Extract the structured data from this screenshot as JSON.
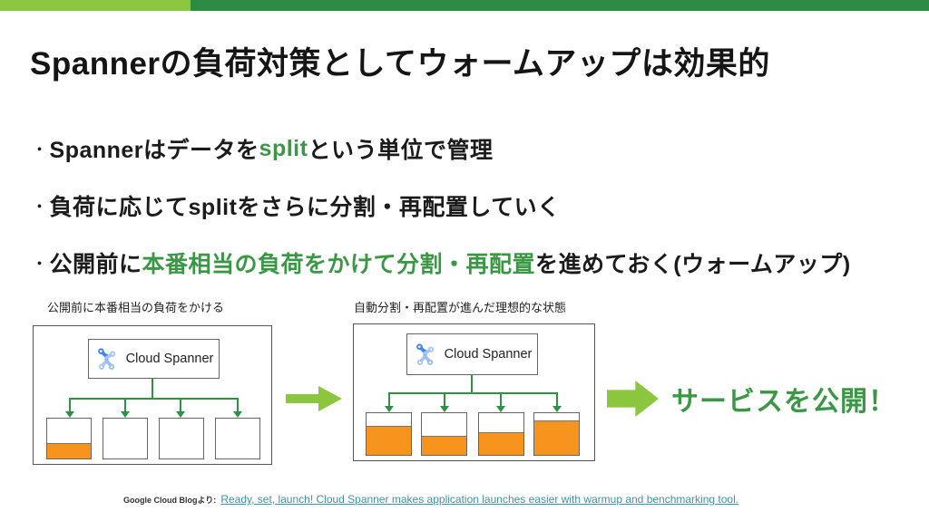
{
  "title": "Spannerの負荷対策としてウォームアップは効果的",
  "bullet_marker": "・",
  "bullets": [
    {
      "segments": [
        {
          "text": "Spannerはデータを"
        },
        {
          "text": "split"
        },
        {
          "text": "という単位で管理"
        }
      ]
    },
    {
      "segments": [
        {
          "text": "負荷に応じてsplitをさらに分割・再配置していく"
        }
      ]
    },
    {
      "segments": [
        {
          "text": "公開前に"
        },
        {
          "text": "本番相当の負荷をかけて分割・再配置"
        },
        {
          "text": "を進めておく(ウォームアップ)"
        }
      ]
    }
  ],
  "diagrams": [
    {
      "caption": "公開前に本番相当の負荷をかける",
      "node_label": "Cloud Spanner",
      "icon": "cloud-spanner-icon",
      "split_fill_percent": [
        38,
        0,
        0,
        0
      ]
    },
    {
      "caption": "自動分割・再配置が進んだ理想的な状態",
      "node_label": "Cloud Spanner",
      "icon": "cloud-spanner-icon",
      "split_fill_percent": [
        70,
        45,
        55,
        83
      ]
    }
  ],
  "outcome_label": "サービスを公開！",
  "footer": {
    "source_prefix": "Google Cloud Blogより:",
    "link_text": "Ready, set, launch! Cloud Spanner makes application launches easier with warmup and benchmarking tool."
  },
  "colors": {
    "topbar_light_green": "#8CC63F",
    "topbar_dark_green": "#2E8B44",
    "accent_text_green": "#3A9845",
    "flow_arrow_green": "#8CC63F",
    "connector_green": "#2E9245",
    "split_fill_orange": "#F7941E",
    "link_teal": "#3E93A8",
    "spanner_icon_blue": "#4285F4",
    "spanner_icon_light_blue": "#A7C5F9"
  }
}
